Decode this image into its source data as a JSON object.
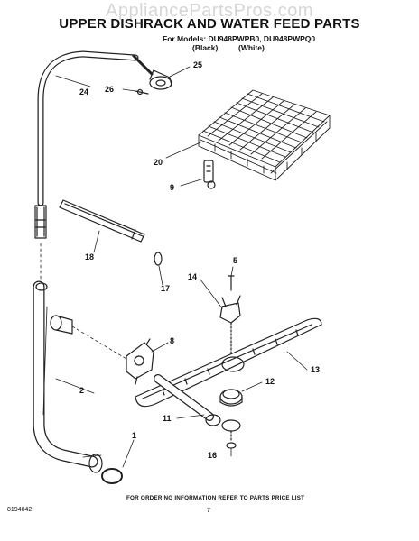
{
  "watermark": "AppliancePartsPros.com",
  "title": "UPPER DISHRACK AND WATER FEED PARTS",
  "models_line": "For Models: DU948PWPB0, DU948PWPQ0",
  "variant_black": "(Black)",
  "variant_white": "(White)",
  "callouts": {
    "c1": "1",
    "c2": "2",
    "c5": "5",
    "c8": "8",
    "c9": "9",
    "c11": "11",
    "c12": "12",
    "c13": "13",
    "c14": "14",
    "c16": "16",
    "c17": "17",
    "c18": "18",
    "c20": "20",
    "c24": "24",
    "c25": "25",
    "c26": "26"
  },
  "footer_note": "FOR ORDERING INFORMATION REFER TO PARTS PRICE LIST",
  "doc_number": "8194042",
  "page_number": "7"
}
